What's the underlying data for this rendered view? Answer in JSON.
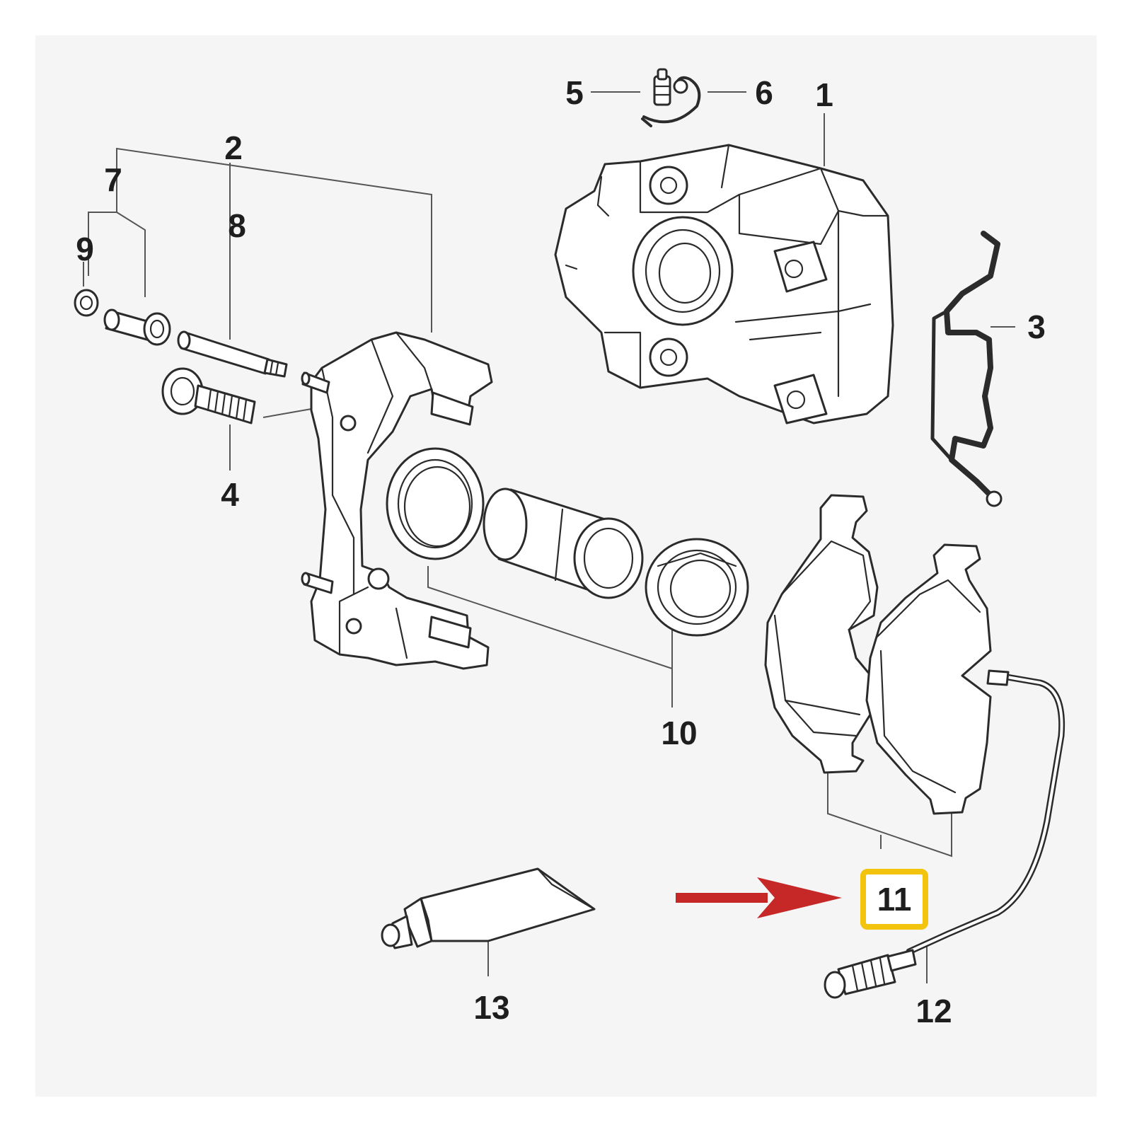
{
  "callouts": {
    "n1": "1",
    "n2": "2",
    "n3": "3",
    "n4": "4",
    "n5": "5",
    "n6": "6",
    "n7": "7",
    "n8": "8",
    "n9": "9",
    "n10": "10",
    "n11": "11",
    "n12": "12",
    "n13": "13"
  },
  "highlight": {
    "target": "11",
    "box_color": "#f2c40e",
    "arrow_color": "#c62828"
  }
}
